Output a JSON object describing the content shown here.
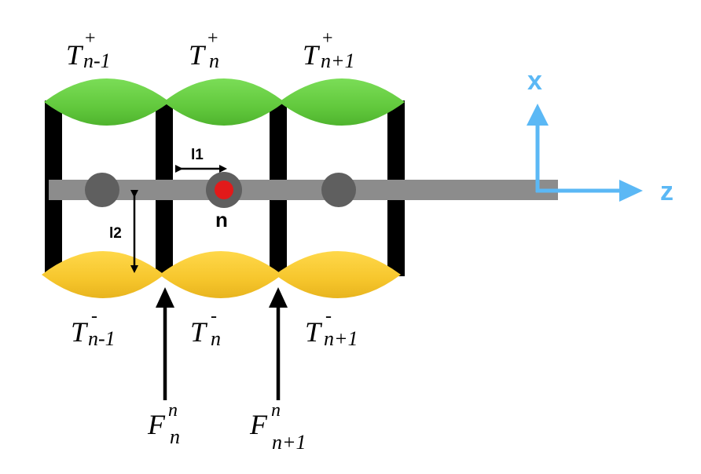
{
  "tensions": {
    "top": {
      "left": {
        "symbol": "T",
        "sup": "+",
        "sub": "n-1"
      },
      "center": {
        "symbol": "T",
        "sup": "+",
        "sub": "n"
      },
      "right": {
        "symbol": "T",
        "sup": "+",
        "sub": "n+1"
      }
    },
    "bottom": {
      "left": {
        "symbol": "T",
        "sup": "-",
        "sub": "n-1"
      },
      "center": {
        "symbol": "T",
        "sup": "-",
        "sub": "n"
      },
      "right": {
        "symbol": "T",
        "sup": "-",
        "sub": "n+1"
      }
    }
  },
  "forces": {
    "left": {
      "symbol": "F",
      "sup": "n",
      "sub": "n"
    },
    "right": {
      "symbol": "F",
      "sup": "n",
      "sub": "n+1"
    }
  },
  "labels": {
    "node": "n",
    "l1": "l1",
    "l2": "l2"
  },
  "axes": {
    "x": "x",
    "z": "z"
  },
  "colors": {
    "green": "#6fd24a",
    "yellow": "#f7c930",
    "axis": "#5bb8f5",
    "node_center": "#e21a1a",
    "rail": "#8c8c8c",
    "node": "#5f5f5f"
  }
}
